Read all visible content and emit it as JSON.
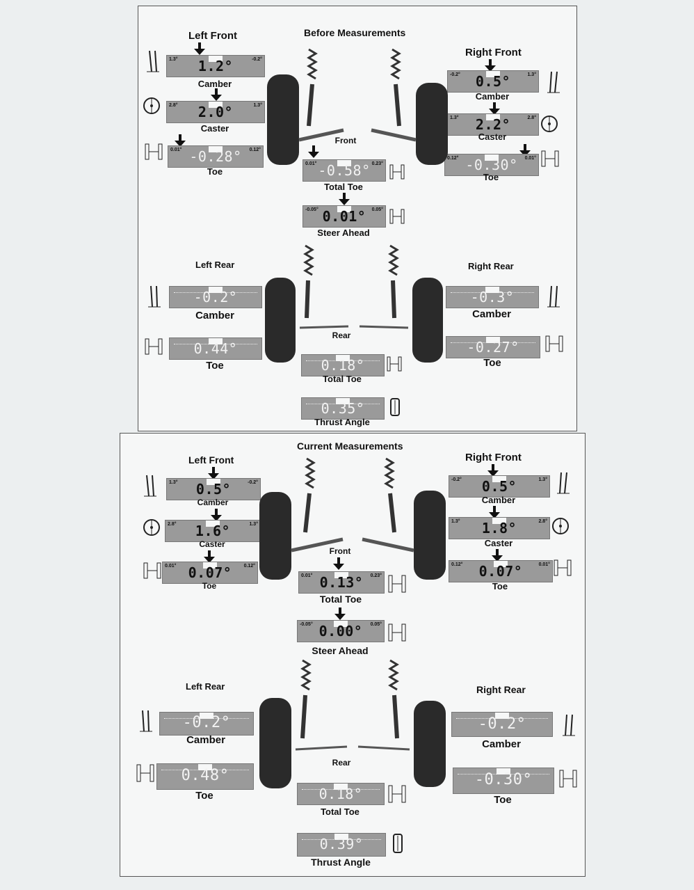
{
  "before": {
    "title": "Before Measurements",
    "left_front": "Left Front",
    "right_front": "Right Front",
    "left_rear": "Left Rear",
    "right_rear": "Right Rear",
    "front_label": "Front",
    "rear_label": "Rear",
    "lf_camber": {
      "value": "1.2°",
      "caption": "Camber",
      "min": "1.3°",
      "max": "-0.2°"
    },
    "lf_caster": {
      "value": "2.0°",
      "caption": "Caster",
      "min": "2.8°",
      "max": "1.3°"
    },
    "lf_toe": {
      "value": "-0.28°",
      "caption": "Toe",
      "min": "0.01°",
      "max": "0.12°"
    },
    "rf_camber": {
      "value": "0.5°",
      "caption": "Camber",
      "min": "-0.2°",
      "max": "1.3°"
    },
    "rf_caster": {
      "value": "2.2°",
      "caption": "Caster",
      "min": "1.3°",
      "max": "2.8°"
    },
    "rf_toe": {
      "value": "-0.30°",
      "caption": "Toe",
      "min": "0.12°",
      "max": "0.01°"
    },
    "total_toe": {
      "value": "-0.58°",
      "caption": "Total Toe",
      "min": "0.01°",
      "max": "0.23°"
    },
    "steer_ahead": {
      "value": "0.01°",
      "caption": "Steer Ahead",
      "min": "-0.05°",
      "max": "0.05°"
    },
    "lr_camber": {
      "value": "-0.2°",
      "caption": "Camber"
    },
    "lr_toe": {
      "value": "0.44°",
      "caption": "Toe"
    },
    "rr_camber": {
      "value": "-0.3°",
      "caption": "Camber"
    },
    "rr_toe": {
      "value": "-0.27°",
      "caption": "Toe"
    },
    "rear_total_toe": {
      "value": "0.18°",
      "caption": "Total Toe"
    },
    "thrust_angle": {
      "value": "0.35°",
      "caption": "Thrust Angle"
    }
  },
  "current": {
    "title": "Current Measurements",
    "left_front": "Left Front",
    "right_front": "Right Front",
    "left_rear": "Left Rear",
    "right_rear": "Right Rear",
    "front_label": "Front",
    "rear_label": "Rear",
    "lf_camber": {
      "value": "0.5°",
      "caption": "Camber",
      "min": "1.3°",
      "max": "-0.2°"
    },
    "lf_caster": {
      "value": "1.6°",
      "caption": "Caster",
      "min": "2.8°",
      "max": "1.3°"
    },
    "lf_toe": {
      "value": "0.07°",
      "caption": "Toe",
      "min": "0.01°",
      "max": "0.12°"
    },
    "rf_camber": {
      "value": "0.5°",
      "caption": "Camber",
      "min": "-0.2°",
      "max": "1.3°"
    },
    "rf_caster": {
      "value": "1.8°",
      "caption": "Caster",
      "min": "1.3°",
      "max": "2.8°"
    },
    "rf_toe": {
      "value": "0.07°",
      "caption": "Toe",
      "min": "0.12°",
      "max": "0.01°"
    },
    "total_toe": {
      "value": "0.13°",
      "caption": "Total Toe",
      "min": "0.01°",
      "max": "0.23°"
    },
    "steer_ahead": {
      "value": "0.00°",
      "caption": "Steer Ahead",
      "min": "-0.05°",
      "max": "0.05°"
    },
    "lr_camber": {
      "value": "-0.2°",
      "caption": "Camber"
    },
    "lr_toe": {
      "value": "0.48°",
      "caption": "Toe"
    },
    "rr_camber": {
      "value": "-0.2°",
      "caption": "Camber"
    },
    "rr_toe": {
      "value": "-0.30°",
      "caption": "Toe"
    },
    "rear_total_toe": {
      "value": "0.18°",
      "caption": "Total Toe"
    },
    "thrust_angle": {
      "value": "0.39°",
      "caption": "Thrust Angle"
    }
  },
  "colors": {
    "meter_fill": "#9a9a9a",
    "meter_text_light": "#f2f2f2",
    "meter_text_dark": "#111111",
    "tire": "#2a2a2a"
  },
  "icons": [
    "wheel-camber-icon",
    "wheel-caster-icon",
    "axle-toe-icon",
    "suspension-strut-icon",
    "tire-icon",
    "down-arrow-icon"
  ]
}
